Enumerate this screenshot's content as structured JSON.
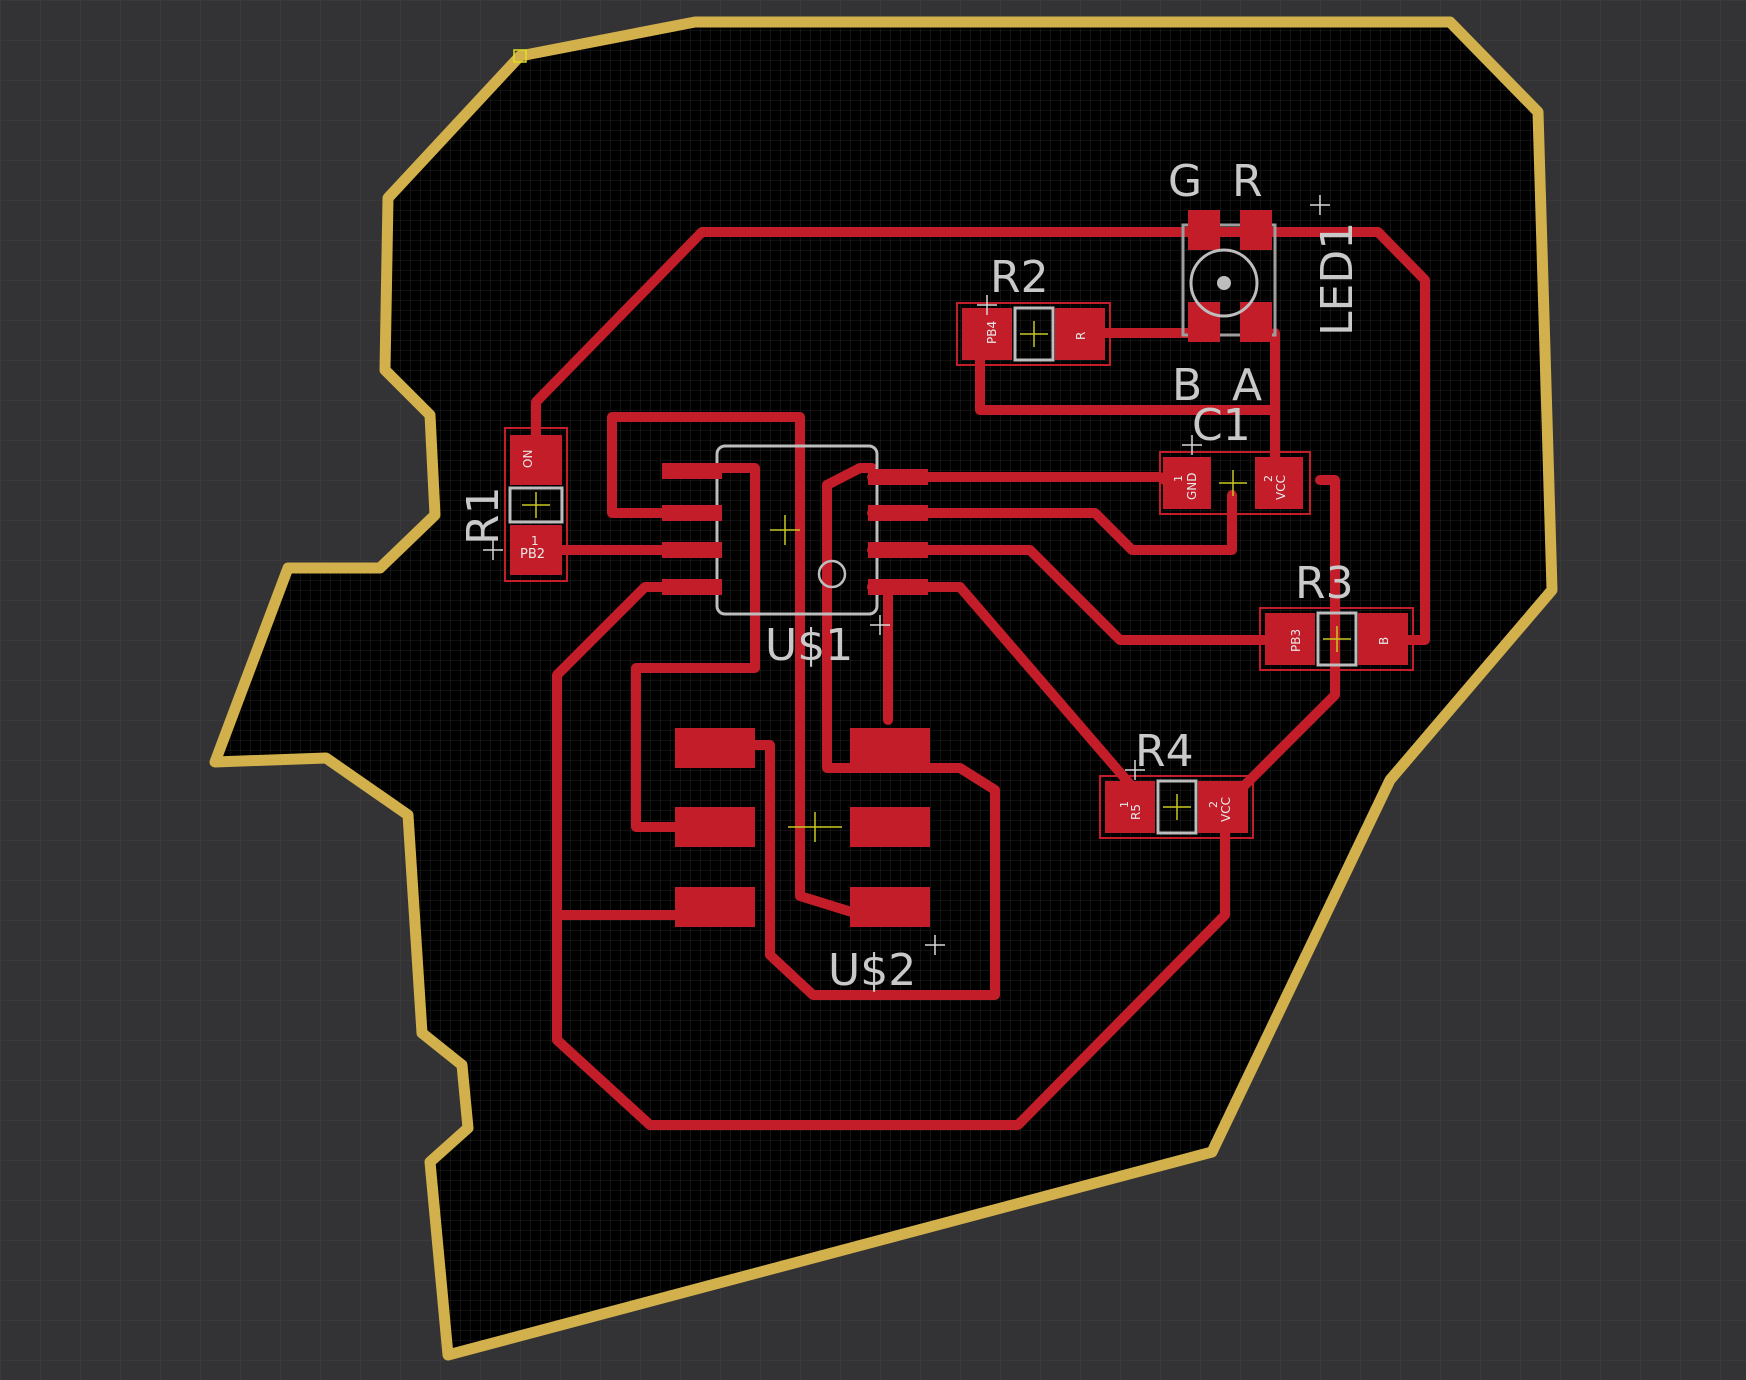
{
  "colors": {
    "background": "#333335",
    "board_fill": "#000000",
    "outline": "#d2b04c",
    "copper": "#c21d28",
    "silkscreen": "#c9c9c9",
    "grid": "#3a3a3a"
  },
  "labels": {
    "led1": "LED1",
    "g": "G",
    "r": "R",
    "b": "B",
    "a": "A",
    "r1": "R1",
    "r2": "R2",
    "r3": "R3",
    "r4": "R4",
    "c1": "C1",
    "u1": "U$1",
    "u2": "U$2"
  },
  "pins": {
    "r1_top": "ON",
    "r1_bot_num": "1",
    "r1_bot": "PB2",
    "r2_left": "PB4",
    "r2_right": "R",
    "c1_left_num": "1",
    "c1_left": "GND",
    "c1_right_num": "2",
    "c1_right": "VCC",
    "r3_left": "PB3",
    "r3_right": "B",
    "r4_left_num": "1",
    "r4_left": "R5",
    "r4_right_num": "2",
    "r4_right": "VCC"
  }
}
